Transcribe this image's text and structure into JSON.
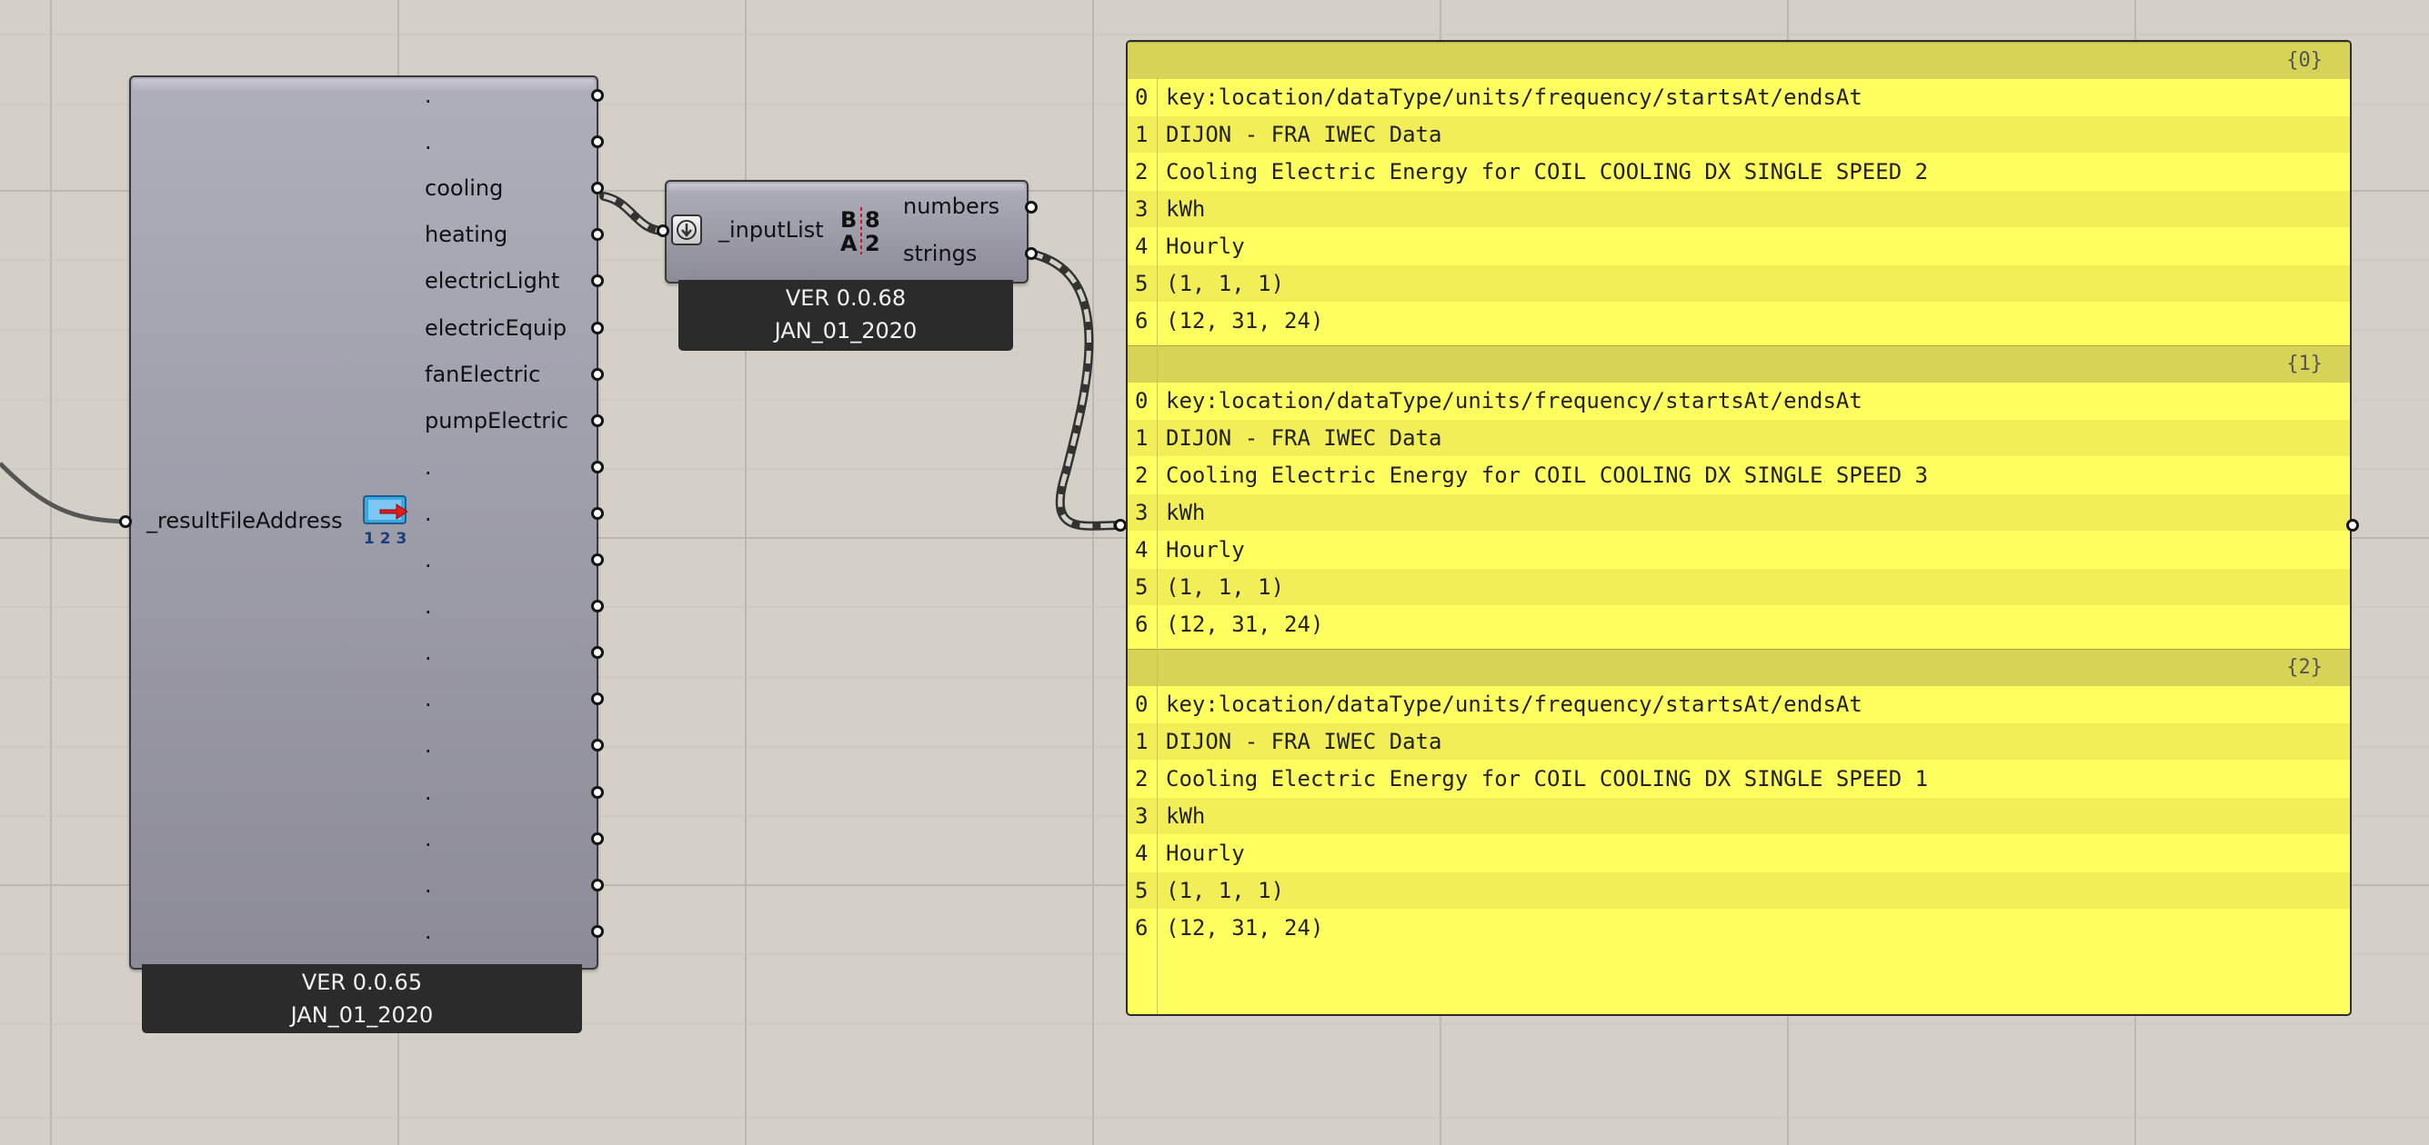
{
  "result_reader": {
    "input_label": "_resultFileAddress",
    "outputs": [
      ".",
      ".",
      "cooling",
      "heating",
      "electricLight",
      "electricEquip",
      "fanElectric",
      "pumpElectric",
      ".",
      ".",
      ".",
      ".",
      ".",
      ".",
      ".",
      ".",
      ".",
      ".",
      "."
    ],
    "footer_version": "VER 0.0.65",
    "footer_date": "JAN_01_2020",
    "icon": "energyplus-result-icon",
    "icon_digits": "1 2 3"
  },
  "separate_strings": {
    "input_label": "_inputList",
    "outputs": [
      "numbers",
      "strings"
    ],
    "footer_version": "VER 0.0.68",
    "footer_date": "JAN_01_2020",
    "icon": "ba-82-icon",
    "icon_letters": [
      "B",
      "A"
    ],
    "icon_digits": [
      "8",
      "2"
    ]
  },
  "panel": {
    "branches": [
      {
        "path": "{0}",
        "items": [
          "key:location/dataType/units/frequency/startsAt/endsAt",
          "DIJON - FRA IWEC Data",
          "Cooling Electric Energy for COIL COOLING DX SINGLE SPEED 2",
          "kWh",
          "Hourly",
          "(1, 1, 1)",
          "(12, 31, 24)"
        ]
      },
      {
        "path": "{1}",
        "items": [
          "key:location/dataType/units/frequency/startsAt/endsAt",
          "DIJON - FRA IWEC Data",
          "Cooling Electric Energy for COIL COOLING DX SINGLE SPEED 3",
          "kWh",
          "Hourly",
          "(1, 1, 1)",
          "(12, 31, 24)"
        ]
      },
      {
        "path": "{2}",
        "items": [
          "key:location/dataType/units/frequency/startsAt/endsAt",
          "DIJON - FRA IWEC Data",
          "Cooling Electric Energy for COIL COOLING DX SINGLE SPEED 1",
          "kWh",
          "Hourly",
          "(1, 1, 1)",
          "(12, 31, 24)"
        ]
      }
    ]
  },
  "colors": {
    "canvas": "#d4d0c8",
    "panel": "#ffff60",
    "panel_header": "#d6d356",
    "wire": "#555555",
    "footer": "#2b2b2b"
  }
}
